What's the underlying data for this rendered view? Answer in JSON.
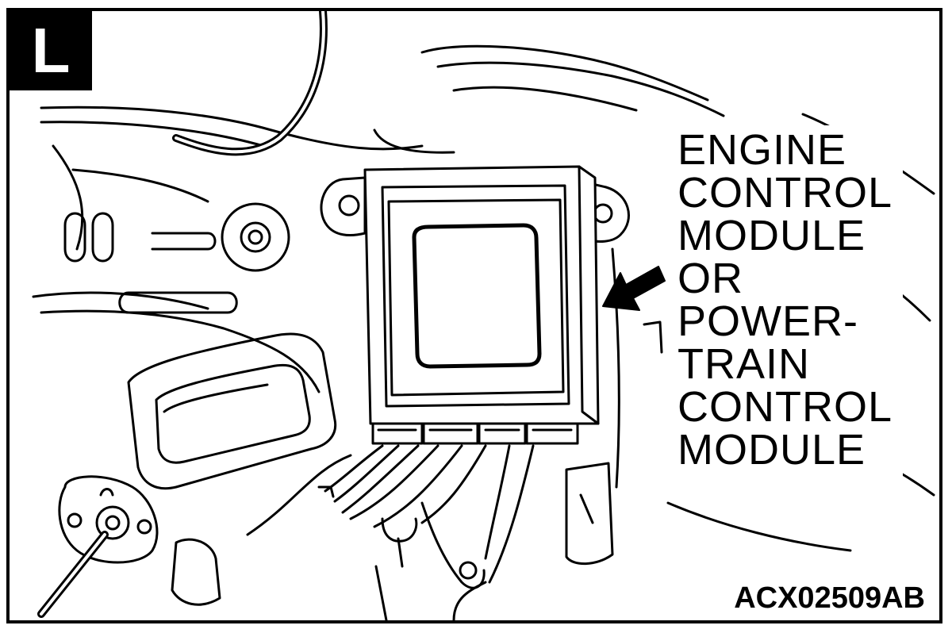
{
  "view_label": "L",
  "callout": {
    "lines": [
      "ENGINE",
      "CONTROL",
      "MODULE",
      "OR",
      "POWER-",
      "TRAIN",
      "CONTROL",
      "MODULE"
    ]
  },
  "figure_code": "ACX02509AB",
  "colors": {
    "ink": "#000000",
    "paper": "#ffffff"
  }
}
